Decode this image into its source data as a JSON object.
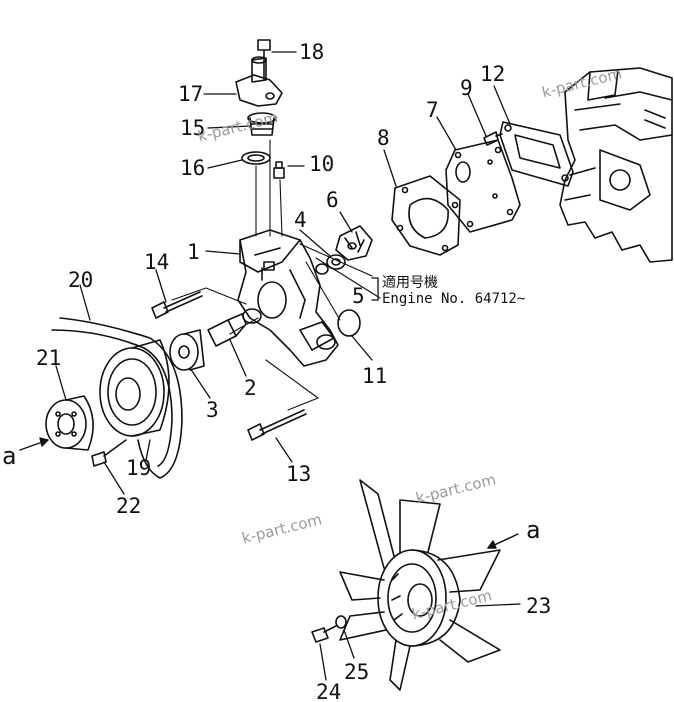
{
  "part_labels": {
    "p1": "1",
    "p2": "2",
    "p3": "3",
    "p4": "4",
    "p5": "5",
    "p6": "6",
    "p7": "7",
    "p8": "8",
    "p9": "9",
    "p10": "10",
    "p11": "11",
    "p12": "12",
    "p13": "13",
    "p14": "14",
    "p15": "15",
    "p16": "16",
    "p17": "17",
    "p18": "18",
    "p19": "19",
    "p20": "20",
    "p21": "21",
    "p22": "22",
    "p23": "23",
    "p24": "24",
    "p25": "25"
  },
  "callouts": {
    "a_left": "a",
    "a_right": "a"
  },
  "applicability_note": {
    "japanese": "適用号機",
    "engine": "Engine  No. 64712~"
  },
  "watermarks": [
    "k-part.com",
    "k-part.com",
    "k-part.com",
    "k-part.com",
    "k-part.com"
  ]
}
